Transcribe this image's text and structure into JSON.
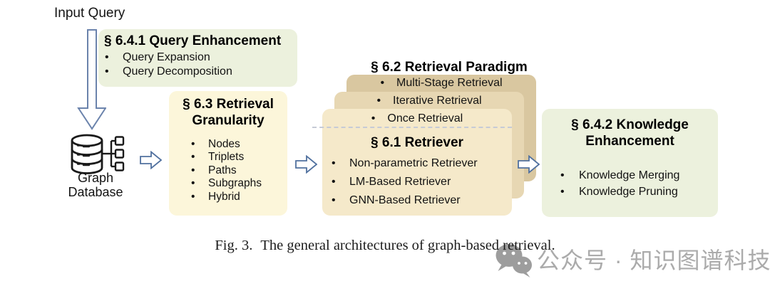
{
  "figure": {
    "input_query_label": "Input Query",
    "graph_database": {
      "line1": "Graph",
      "line2": "Database"
    },
    "query_enhancement": {
      "title": "§ 6.4.1 Query Enhancement",
      "items": [
        "Query Expansion",
        "Query Decomposition"
      ]
    },
    "retrieval_granularity": {
      "title_line1": "§ 6.3 Retrieval",
      "title_line2": "Granularity",
      "items": [
        "Nodes",
        "Triplets",
        "Paths",
        "Subgraphs",
        "Hybrid"
      ]
    },
    "retrieval_paradigm": {
      "title": "§ 6.2 Retrieval Paradigm",
      "items": [
        "Multi-Stage Retrieval",
        "Iterative Retrieval",
        "Once Retrieval"
      ]
    },
    "retriever": {
      "title": "§ 6.1 Retriever",
      "items": [
        "Non-parametric Retriever",
        "LM-Based Retriever",
        "GNN-Based Retriever"
      ]
    },
    "knowledge_enhancement": {
      "title_line1": "§ 6.4.2 Knowledge",
      "title_line2": "Enhancement",
      "items": [
        "Knowledge Merging",
        "Knowledge Pruning"
      ]
    }
  },
  "caption": {
    "label": "Fig. 3.",
    "text": "The general architectures of graph-based retrieval."
  },
  "watermark": {
    "text": "公众号 · 知识图谱科技",
    "icon": "wechat-logo"
  },
  "colors": {
    "green_box": "#ECF1DD",
    "yellow_box": "#FCF6DA",
    "card_front": "#F5E9CA",
    "card_middle": "#E7D7B3",
    "card_back": "#D9C7A0",
    "arrow_outline": "#51719F",
    "dashed_divider": "#C6CBD6",
    "watermark_gray": "#ABABAB",
    "text": "#111111"
  }
}
